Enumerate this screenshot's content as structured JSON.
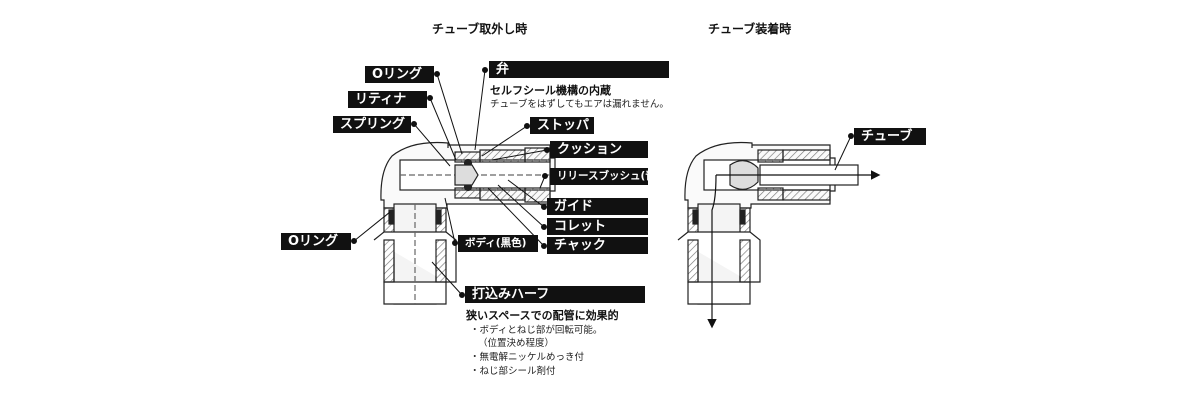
{
  "titles": {
    "removed": "チューブ取外し時",
    "attached": "チューブ装着時"
  },
  "labels": {
    "valve": "弁",
    "oring_top": "Oリング",
    "retainer": "リティナ",
    "spring": "スプリング",
    "stopper": "ストッパ",
    "cushion": "クッション",
    "release_bush": "リリースブッシュ(青色)",
    "guide": "ガイド",
    "collet": "コレット",
    "chuck": "チャック",
    "oring_bottom": "Oリング",
    "body": "ボディ(黒色)",
    "half_union": "打込みハーフ",
    "tube": "チューブ"
  },
  "notes": {
    "valve_title": "セルフシール機構の内蔵",
    "valve_desc": "チューブをはずしてもエアは漏れません。",
    "half_title": "狭いスペースでの配管に効果的",
    "half_items": [
      "・ボディとねじ部が回転可能。",
      "（位置決め程度）",
      "・無電解ニッケルめっき付",
      "・ねじ部シール剤付"
    ]
  },
  "colors": {
    "label_bg": "#111111",
    "label_text": "#ffffff"
  }
}
